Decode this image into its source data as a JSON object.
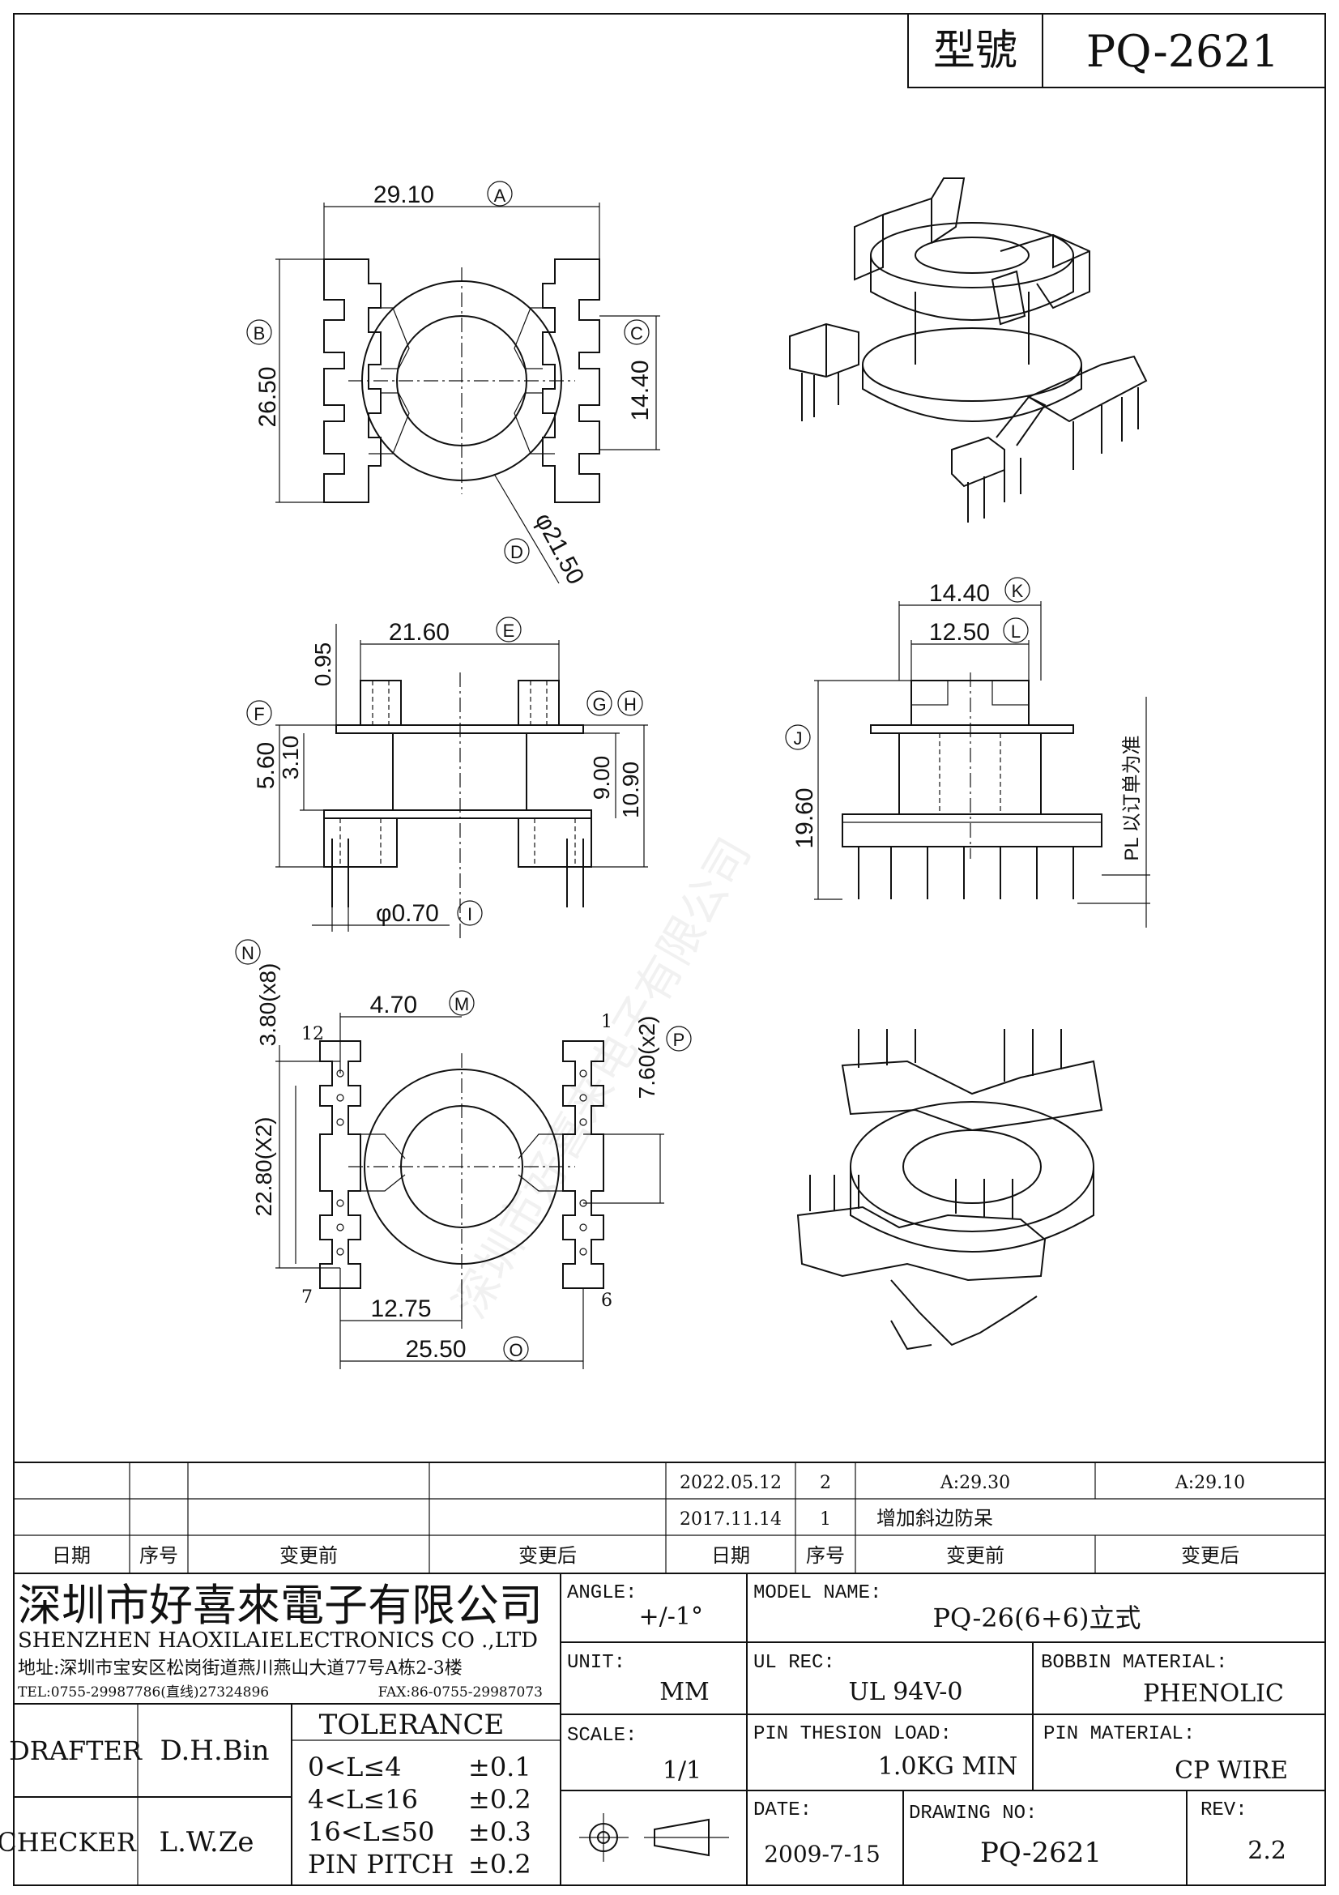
{
  "header": {
    "model_label": "型號",
    "model_value": "PQ-2621"
  },
  "top_view": {
    "dim_width": "29.10",
    "tag_width": "A",
    "dim_height": "26.50",
    "tag_height": "B",
    "dim_window": "14.40",
    "tag_window": "C",
    "dim_diameter": "φ21.50",
    "tag_diameter": "D"
  },
  "side_view": {
    "dim_e": "21.60",
    "tag_e": "E",
    "dim_095": "0.95",
    "dim_f": "5.60",
    "tag_f": "F",
    "dim_310": "3.10",
    "tag_g": "G",
    "tag_h": "H",
    "dim_900": "9.00",
    "dim_1090": "10.90",
    "dim_pin": "φ0.70",
    "tag_pin": "I"
  },
  "front_view": {
    "dim_k": "14.40",
    "tag_k": "K",
    "dim_l": "12.50",
    "tag_l": "L",
    "dim_j": "19.60",
    "tag_j": "J",
    "pl_note": "PL 以订单为准"
  },
  "bottom_view": {
    "dim_n": "3.80(x8)",
    "tag_n": "N",
    "dim_m": "4.70",
    "tag_m": "M",
    "dim_p": "7.60(x2)",
    "tag_p": "P",
    "dim_2280": "22.80(X2)",
    "dim_1275": "12.75",
    "dim_o": "25.50",
    "tag_o": "O",
    "pin_12": "12",
    "pin_1": "1",
    "pin_7": "7",
    "pin_6": "6"
  },
  "watermark": "深圳市好喜来电子有限公司",
  "revisions": [
    {
      "date": "2022.05.12",
      "seq": "2",
      "before": "A:29.30",
      "after": "A:29.10"
    },
    {
      "date": "2017.11.14",
      "seq": "1",
      "before": "增加斜边防呆",
      "after": ""
    }
  ],
  "revision_headers": {
    "date": "日期",
    "seq": "序号",
    "before": "变更前",
    "after": "变更后"
  },
  "company": {
    "name_cn": "深圳市好喜來電子有限公司",
    "name_en": "SHENZHEN HAOXILAIELECTRONICS CO .,LTD",
    "address": "地址:深圳市宝安区松岗街道燕川燕山大道77号A栋2-3楼",
    "tel": "TEL:0755-29987786(直线)27324896",
    "fax": "FAX:86-0755-29987073"
  },
  "title_block": {
    "angle_label": "ANGLE:",
    "angle_value": "+/-1°",
    "model_name_label": "MODEL NAME:",
    "model_name_value": "PQ-26(6+6)立式",
    "unit_label": "UNIT:",
    "unit_value": "MM",
    "ul_label": "UL REC:",
    "ul_value": "UL 94V-0",
    "bobbin_label": "BOBBIN MATERIAL:",
    "bobbin_value": "PHENOLIC",
    "scale_label": "SCALE:",
    "scale_value": "1/1",
    "pin_load_label": "PIN THESION LOAD:",
    "pin_load_value": "1.0KG MIN",
    "pin_mat_label": "PIN MATERIAL:",
    "pin_mat_value": "CP WIRE",
    "date_label": "DATE:",
    "date_value": "2009-7-15",
    "drawing_label": "DRAWING NO:",
    "drawing_value": "PQ-2621",
    "rev_label": "REV:",
    "rev_value": "2.2",
    "drafter_label": "DRAFTER",
    "drafter_value": "D.H.Bin",
    "checker_label": "CHECKER",
    "checker_value": "L.W.Ze"
  },
  "tolerance": {
    "title": "TOLERANCE",
    "rows": [
      {
        "range": "0<L≤4",
        "value": "±0.1"
      },
      {
        "range": "4<L≤16",
        "value": "±0.2"
      },
      {
        "range": "16<L≤50",
        "value": "±0.3"
      },
      {
        "range": "PIN PITCH",
        "value": "±0.2"
      }
    ]
  }
}
